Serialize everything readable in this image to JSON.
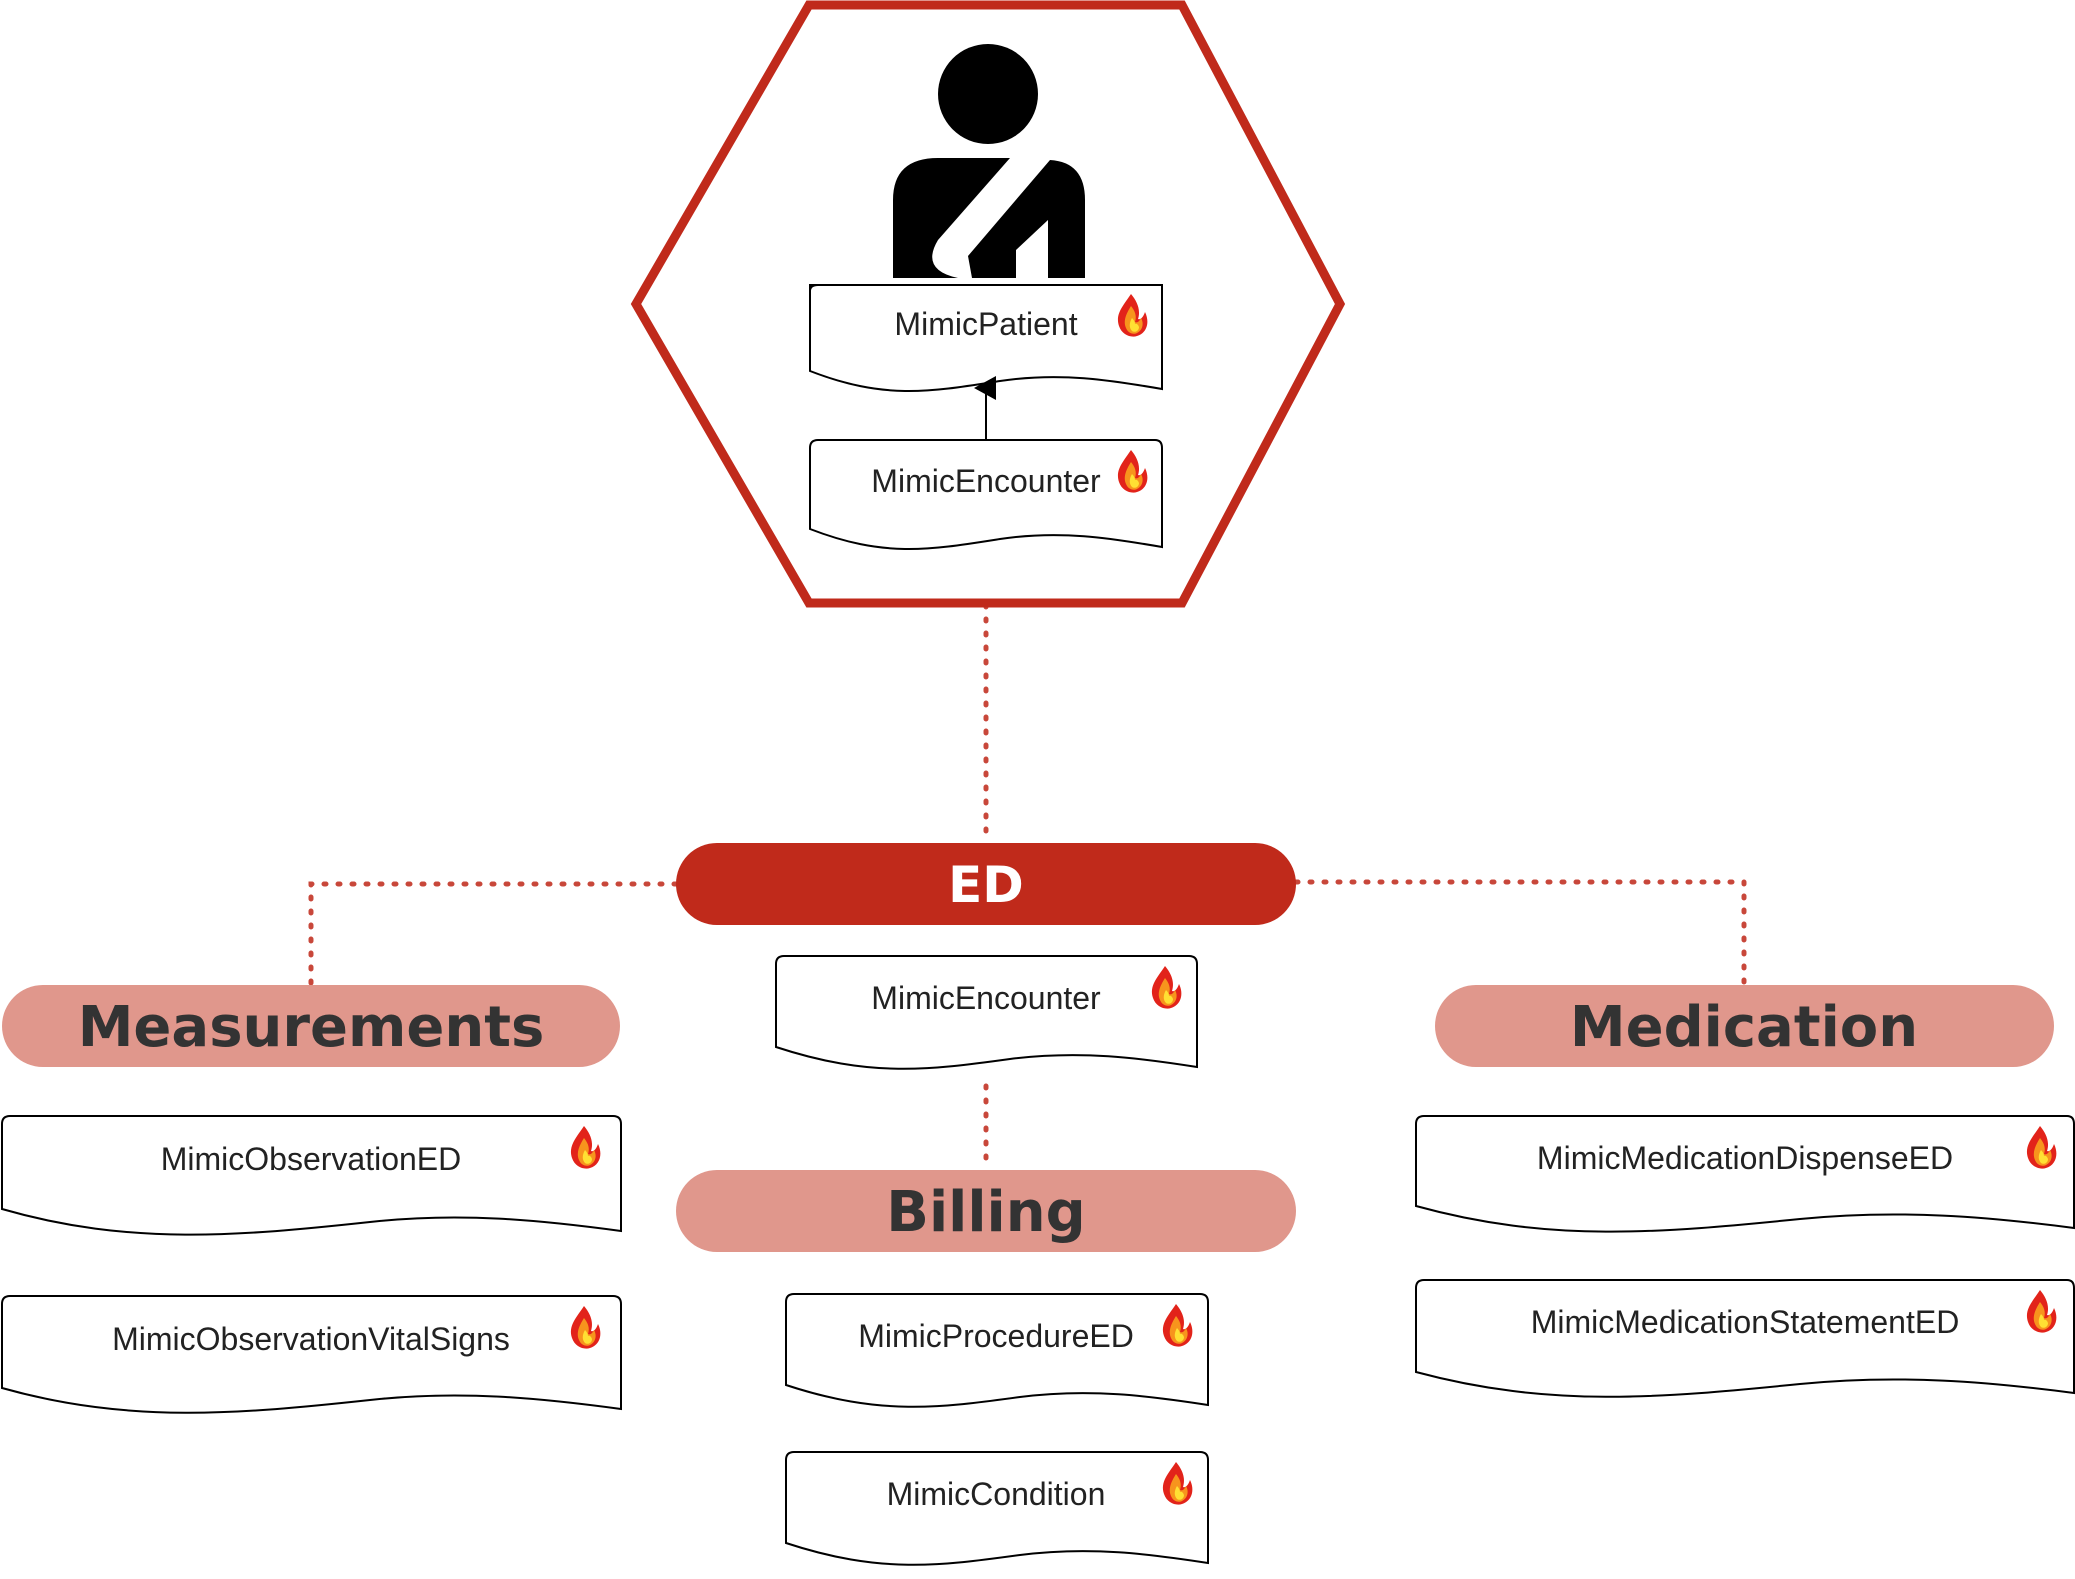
{
  "colors": {
    "hexagon_border": "#c02a1b",
    "ed_pill": "#c02a1b",
    "category_pill": "#e0978c",
    "connector": "#c8473a",
    "flame": "fire-icon"
  },
  "patient_group": {
    "icon": "patient-arm-sling-icon",
    "patient": {
      "label": "MimicPatient"
    },
    "encounter": {
      "label": "MimicEncounter"
    }
  },
  "ed": {
    "label": "ED"
  },
  "center": {
    "encounter": {
      "label": "MimicEncounter"
    },
    "billing": {
      "label": "Billing",
      "items": [
        {
          "label": "MimicProcedureED"
        },
        {
          "label": "MimicCondition"
        }
      ]
    }
  },
  "measurements": {
    "label": "Measurements",
    "items": [
      {
        "label": "MimicObservationED"
      },
      {
        "label": "MimicObservationVitalSigns"
      }
    ]
  },
  "medication": {
    "label": "Medication",
    "items": [
      {
        "label": "MimicMedicationDispenseED"
      },
      {
        "label": "MimicMedicationStatementED"
      }
    ]
  }
}
